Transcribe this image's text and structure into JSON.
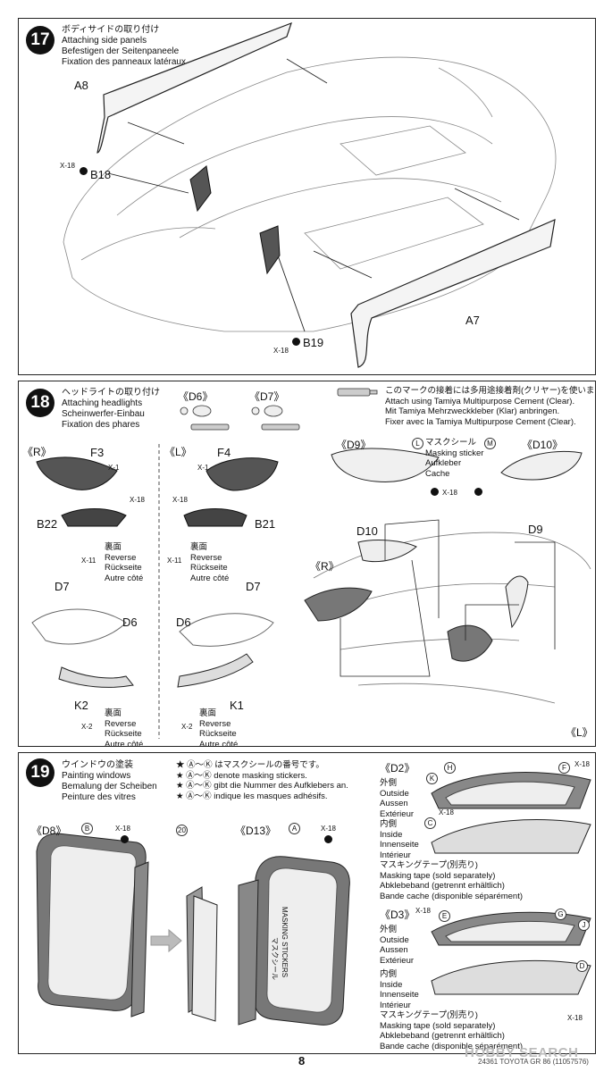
{
  "step17": {
    "number": "17",
    "title_jp": "ボディサイドの取り付け",
    "title_en": "Attaching side panels",
    "title_de": "Befestigen der Seitenpaneele",
    "title_fr": "Fixation des panneaux latéraux",
    "parts": {
      "a8": "A8",
      "a7": "A7",
      "b18": "B18",
      "b19": "B19",
      "x18a": "X-18",
      "x18b": "X-18"
    }
  },
  "step18": {
    "number": "18",
    "title_jp": "ヘッドライトの取り付け",
    "title_en": "Attaching headlights",
    "title_de": "Scheinwerfer-Einbau",
    "title_fr": "Fixation des phares",
    "d6": "《D6》",
    "d7": "《D7》",
    "cement_jp": "このマークの接着には多用途接着剤(クリヤー)を使います。",
    "cement_en": "Attach using Tamiya Multipurpose Cement (Clear).",
    "cement_de": "Mit Tamiya Mehrzweckkleber (Klar) anbringen.",
    "cement_fr": "Fixer avec la Tamiya Multipurpose Cement (Clear).",
    "d9": "《D9》",
    "d10": "《D10》",
    "l": "L",
    "m": "M",
    "mask_jp": "マスクシール",
    "mask_en": "Masking sticker",
    "mask_de": "Aufkleber",
    "mask_fr": "Cache",
    "x18": "X-18",
    "right": "《R》",
    "left": "《L》",
    "f3": "F3",
    "f4": "F4",
    "x1a": "X-1",
    "x1b": "X-1",
    "x18r": "X-18",
    "x18l": "X-18",
    "b22": "B22",
    "b21": "B21",
    "x11a": "X-11",
    "x11b": "X-11",
    "rev_jp": "裏面",
    "rev_en": "Reverse",
    "rev_de": "Rückseite",
    "rev_fr": "Autre côté",
    "d7r": "D7",
    "d6r": "D6",
    "d6l": "D6",
    "d7l": "D7",
    "k2": "K2",
    "k1": "K1",
    "x2a": "X-2",
    "x2b": "X-2",
    "d10b": "D10",
    "d9b": "D9",
    "r2": "《R》",
    "l2": "《L》"
  },
  "step19": {
    "number": "19",
    "title_jp": "ウインドウの塗装",
    "title_en": "Painting windows",
    "title_de": "Bemalung der Scheiben",
    "title_fr": "Peinture des vitres",
    "star_jp": "★ Ⓐ～Ⓚ はマスクシールの番号です。",
    "star_en": "★ Ⓐ～Ⓚ denote masking stickers.",
    "star_de": "★ Ⓐ～Ⓚ gibt die Nummer des Aufklebers an.",
    "star_fr": "★ Ⓐ～Ⓚ indique les masques adhésifs.",
    "d8": "《D8》",
    "d13": "《D13》",
    "d2": "《D2》",
    "d3": "《D3》",
    "b": "B",
    "a": "A",
    "x18a": "X-18",
    "x18b": "X-18",
    "num20": "20",
    "masking_stickers_jp": "マスクシール",
    "masking_stickers": "MASKING STICKERS",
    "h": "H",
    "k": "K",
    "f": "F",
    "c": "C",
    "e": "E",
    "g": "G",
    "j": "J",
    "d": "D",
    "x18c": "X-18",
    "x18d": "X-18",
    "x18e": "X-18",
    "x18f": "X-18",
    "outside_jp": "外側",
    "outside_en": "Outside",
    "outside_de": "Aussen",
    "outside_fr": "Extérieur",
    "inside_jp": "内側",
    "inside_en": "Inside",
    "inside_de": "Innenseite",
    "inside_fr": "Intérieur",
    "outside_jp2": "外側",
    "outside_en2": "Outside",
    "outside_de2": "Aussen",
    "outside_fr2": "Extérieur",
    "inside_jp2": "内側",
    "inside_en2": "Inside",
    "inside_de2": "Innenseite",
    "inside_fr2": "Intérieur",
    "tape_jp": "マスキングテープ(別売り)",
    "tape_en": "Masking tape (sold separately)",
    "tape_de": "Abklebeband (getrennt erhältlich)",
    "tape_fr": "Bande cache (disponible séparément)",
    "tape_jp2": "マスキングテープ(別売り)",
    "tape_en2": "Masking tape (sold separately)",
    "tape_de2": "Abklebeband (getrennt erhältlich)",
    "tape_fr2": "Bande cache (disponible séparément)"
  },
  "page_number": "8",
  "footer": "24361 TOYOTA GR 86 (11057576)",
  "watermark": "HOBBY SEARCH"
}
